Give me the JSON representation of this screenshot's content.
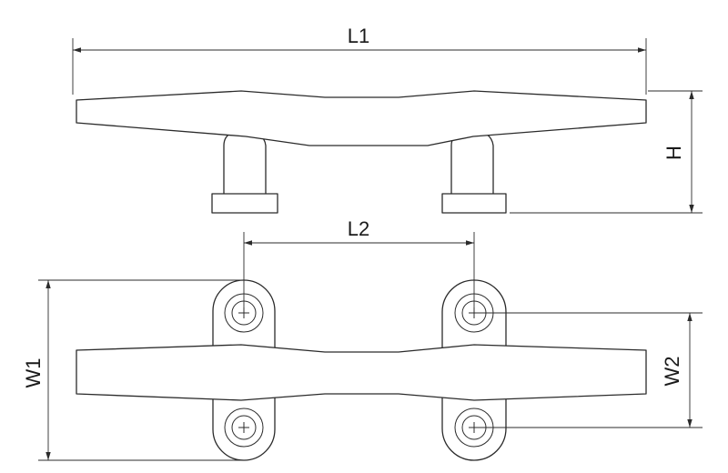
{
  "dimensions": {
    "l1": "L1",
    "l2": "L2",
    "h": "H",
    "w1": "W1",
    "w2": "W2"
  },
  "colors": {
    "line": "#2b2b2b",
    "background": "#ffffff"
  }
}
